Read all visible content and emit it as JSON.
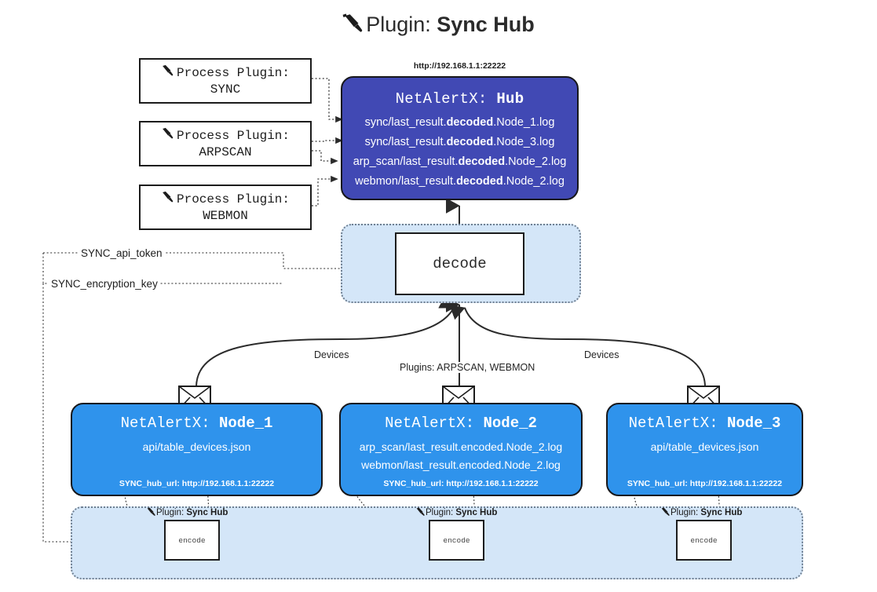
{
  "title": {
    "icon": "plug-icon",
    "prefix": "Plugin: ",
    "name": "Sync Hub"
  },
  "process_plugins": [
    {
      "icon": "plug-icon",
      "label": "Process Plugin:",
      "name": "SYNC"
    },
    {
      "icon": "plug-icon",
      "label": "Process Plugin:",
      "name": "ARPSCAN"
    },
    {
      "icon": "plug-icon",
      "label": "Process Plugin:",
      "name": "WEBMON"
    }
  ],
  "hub": {
    "url": "http://192.168.1.1:22222",
    "prefix": "NetAlertX: ",
    "name": "Hub",
    "fill": "#4149b4",
    "logs": [
      {
        "pre": "sync/last_result.",
        "mid": "decoded",
        "post": ".Node_1.log"
      },
      {
        "pre": "sync/last_result.",
        "mid": "decoded",
        "post": ".Node_3.log"
      },
      {
        "pre": "arp_scan/last_result.",
        "mid": "decoded",
        "post": ".Node_2.log"
      },
      {
        "pre": "webmon/last_result.",
        "mid": "decoded",
        "post": ".Node_2.log"
      }
    ]
  },
  "decode": {
    "label": "decode",
    "band_fill": "#d4e6f8"
  },
  "keys": [
    {
      "label": "SYNC_api_token"
    },
    {
      "label": "SYNC_encryption_key"
    }
  ],
  "edge_labels": {
    "devices_left": "Devices",
    "plugins_center": "Plugins: ARPSCAN, WEBMON",
    "devices_right": "Devices"
  },
  "nodes": [
    {
      "prefix": "NetAlertX: ",
      "name": "Node_1",
      "fill": "#2f93ec",
      "lines": [
        "api/table_devices.json"
      ],
      "hub_url": "SYNC_hub_url: http://192.168.1.1:22222"
    },
    {
      "prefix": "NetAlertX: ",
      "name": "Node_2",
      "fill": "#2f93ec",
      "lines": [
        "arp_scan/last_result.encoded.Node_2.log",
        "webmon/last_result.encoded.Node_2.log"
      ],
      "hub_url": "SYNC_hub_url: http://192.168.1.1:22222"
    },
    {
      "prefix": "NetAlertX: ",
      "name": "Node_3",
      "fill": "#2f93ec",
      "lines": [
        "api/table_devices.json"
      ],
      "hub_url": "SYNC_hub_url: http://192.168.1.1:22222"
    }
  ],
  "encoders": [
    {
      "icon": "plug-icon",
      "label_prefix": "Plugin: ",
      "label_name": "Sync Hub",
      "box_label": "encode"
    },
    {
      "icon": "plug-icon",
      "label_prefix": "Plugin: ",
      "label_name": "Sync Hub",
      "box_label": "encode"
    },
    {
      "icon": "plug-icon",
      "label_prefix": "Plugin: ",
      "label_name": "Sync Hub",
      "box_label": "encode"
    }
  ]
}
